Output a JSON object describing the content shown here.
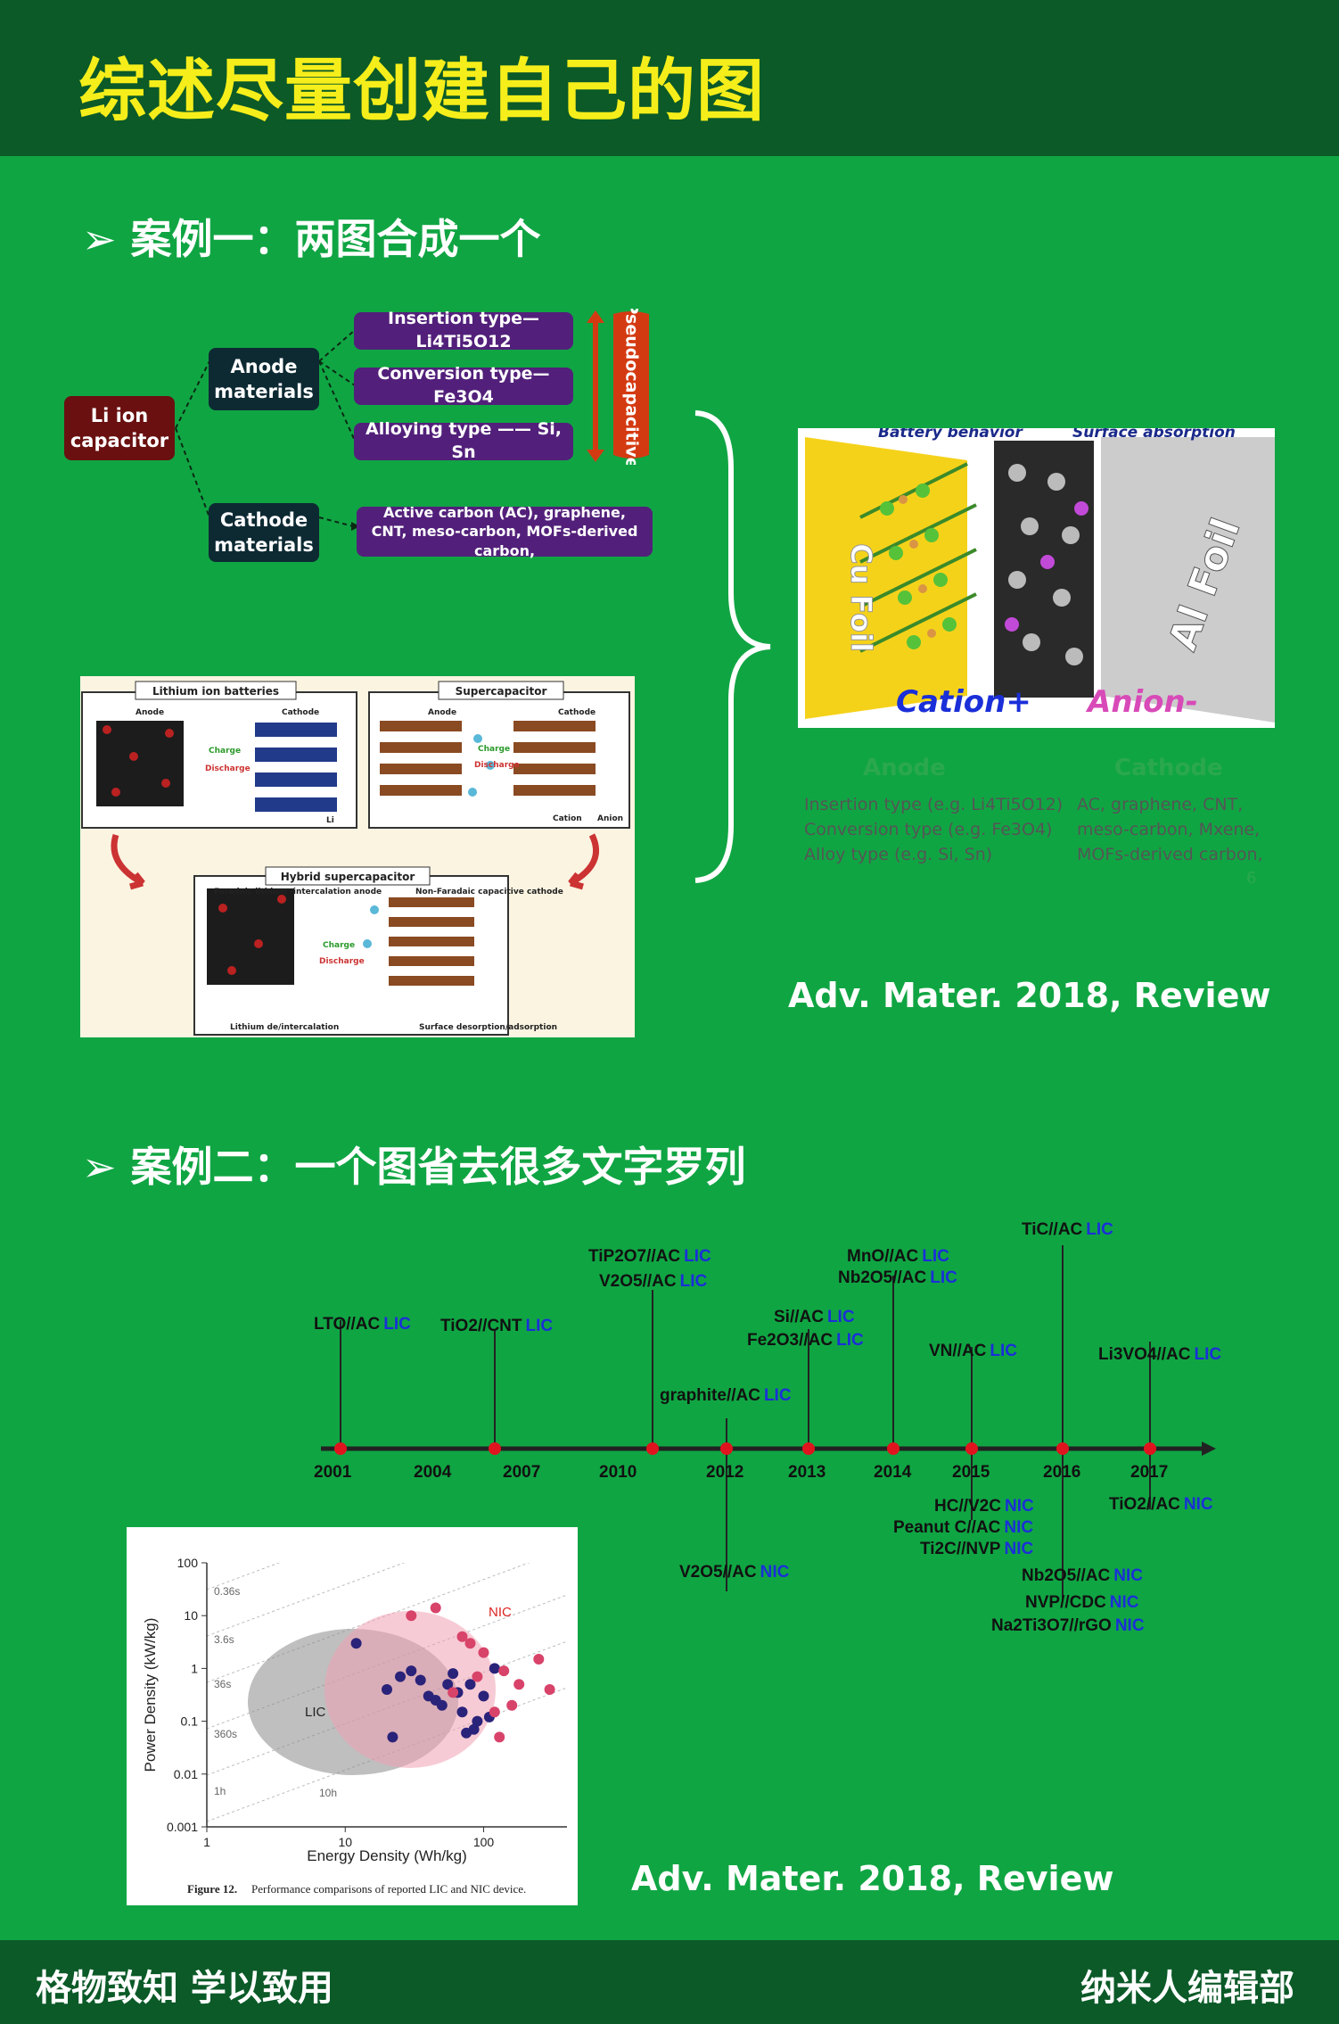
{
  "header": {
    "title": "综述尽量创建自己的图"
  },
  "case1": {
    "heading": "➢ 案例一：两图合成一个",
    "flow": {
      "root": "Li ion capacitor",
      "anode": "Anode materials",
      "cathode": "Cathode materials",
      "insertion": "Insertion type—Li4Ti5O12",
      "conversion": "Conversion type—Fe3O4",
      "alloying": "Alloying type —— Si, Sn",
      "cathode_list": "Active carbon (AC), graphene, CNT, meso-carbon, MOFs-derived carbon,",
      "pseudo": "Pseudocapacitive"
    },
    "schematic": {
      "lib_title": "Lithium ion batteries",
      "sc_title": "Supercapacitor",
      "hybrid_title": "Hybrid supercapacitor",
      "anode": "Anode",
      "cathode": "Cathode",
      "charge": "Charge",
      "discharge": "Discharge",
      "li": "Li",
      "cation": "Cation",
      "anion": "Anion",
      "faradaic": "Faradaic lithium -intercalation anode",
      "nonfaradaic": "Non-Faradaic capacitive cathode",
      "li_deint": "Lithium de/intercalation",
      "surface": "Surface desorption/adsorption"
    },
    "illustration": {
      "battery": "Battery behavior",
      "surface": "Surface absorption",
      "cu": "Cu Foil",
      "al": "Al Foil",
      "cation": "Cation+",
      "anion": "Anion-"
    },
    "caption": {
      "anode_title": "Anode",
      "cathode_title": "Cathode",
      "anode_lines": [
        "Insertion type (e.g. Li4Ti5O12)",
        "Conversion type (e.g. Fe3O4)",
        "Alloy type (e.g. Si, Sn)"
      ],
      "cathode_lines": [
        "AC, graphene, CNT,",
        "meso-carbon, Mxene,",
        "MOFs-derived carbon,"
      ],
      "page_no": "6"
    },
    "citation": "Adv. Mater. 2018, Review"
  },
  "case2": {
    "heading": "➢ 案例二：一个图省去很多文字罗列",
    "timeline": {
      "years": [
        "2001",
        "2004",
        "2007",
        "2010",
        "2012",
        "2013",
        "2014",
        "2015",
        "2016",
        "2017"
      ],
      "tags": {
        "lic": "LIC",
        "nic": "NIC"
      },
      "labels_above": {
        "lto": "LTO//AC",
        "tio2cnt": "TiO2//CNT",
        "tip2o7": "TiP2O7//AC",
        "v2o5ac": "V2O5//AC",
        "graphite": "graphite//AC",
        "si": "Si//AC",
        "fe2o3": "Fe2O3//AC",
        "mno": "MnO//AC",
        "nb2o5": "Nb2O5//AC",
        "vn": "VN//AC",
        "tic": "TiC//AC",
        "li3vo4": "Li3VO4//AC"
      },
      "labels_below": {
        "v2o5": "V2O5//AC",
        "hc": "HC//V2C",
        "peanut": "Peanut C//AC",
        "ti2c": "Ti2C//NVP",
        "nb2o5n": "Nb2O5//AC",
        "nvp": "NVP//CDC",
        "na2ti3o7": "Na2Ti3O7//rGO",
        "tio2ac": "TiO2//AC"
      }
    },
    "ragone": {
      "xlabel": "Energy Density (Wh/kg)",
      "ylabel": "Power Density (kW/kg)",
      "yticks": [
        "100",
        "10",
        "1",
        "0.1",
        "0.01",
        "0.001"
      ],
      "xticks": [
        "1",
        "10",
        "100"
      ],
      "times": [
        "0.36s",
        "3.6s",
        "36s",
        "360s",
        "1h",
        "10h"
      ],
      "lic": "LIC",
      "nic": "NIC",
      "caption_bold": "Figure 12.",
      "caption": " Performance comparisons of reported LIC and NIC device."
    },
    "chart_data": {
      "type": "scatter",
      "xlabel": "Energy Density (Wh/kg)",
      "ylabel": "Power Density (kW/kg)",
      "xscale": "log",
      "yscale": "log",
      "xlim": [
        1,
        400
      ],
      "ylim": [
        0.001,
        100
      ],
      "series": [
        {
          "name": "LIC",
          "x": [
            12,
            22,
            20,
            25,
            35,
            40,
            50,
            60,
            80,
            100,
            120,
            90,
            70,
            45,
            55,
            30,
            65,
            110,
            75,
            85
          ],
          "y": [
            3,
            0.05,
            0.4,
            0.7,
            0.6,
            0.3,
            0.2,
            0.8,
            0.5,
            0.3,
            1,
            0.1,
            0.15,
            0.25,
            0.5,
            0.9,
            0.35,
            0.12,
            0.06,
            0.07
          ]
        },
        {
          "name": "NIC",
          "x": [
            30,
            45,
            70,
            80,
            100,
            140,
            180,
            250,
            300,
            130,
            90,
            60,
            160,
            120
          ],
          "y": [
            10,
            14,
            4,
            3,
            2,
            0.9,
            0.5,
            1.5,
            0.4,
            0.05,
            0.7,
            0.35,
            0.2,
            0.15
          ]
        }
      ]
    },
    "citation": "Adv. Mater. 2018, Review"
  },
  "footer": {
    "left": "格物致知  学以致用",
    "right": "纳米人编辑部"
  },
  "colors": {
    "bg": "#10a543",
    "header": "#0b5a28",
    "title": "#f6ee1a",
    "lic": "#1a2fd8",
    "nic": "#cc2b4a"
  }
}
